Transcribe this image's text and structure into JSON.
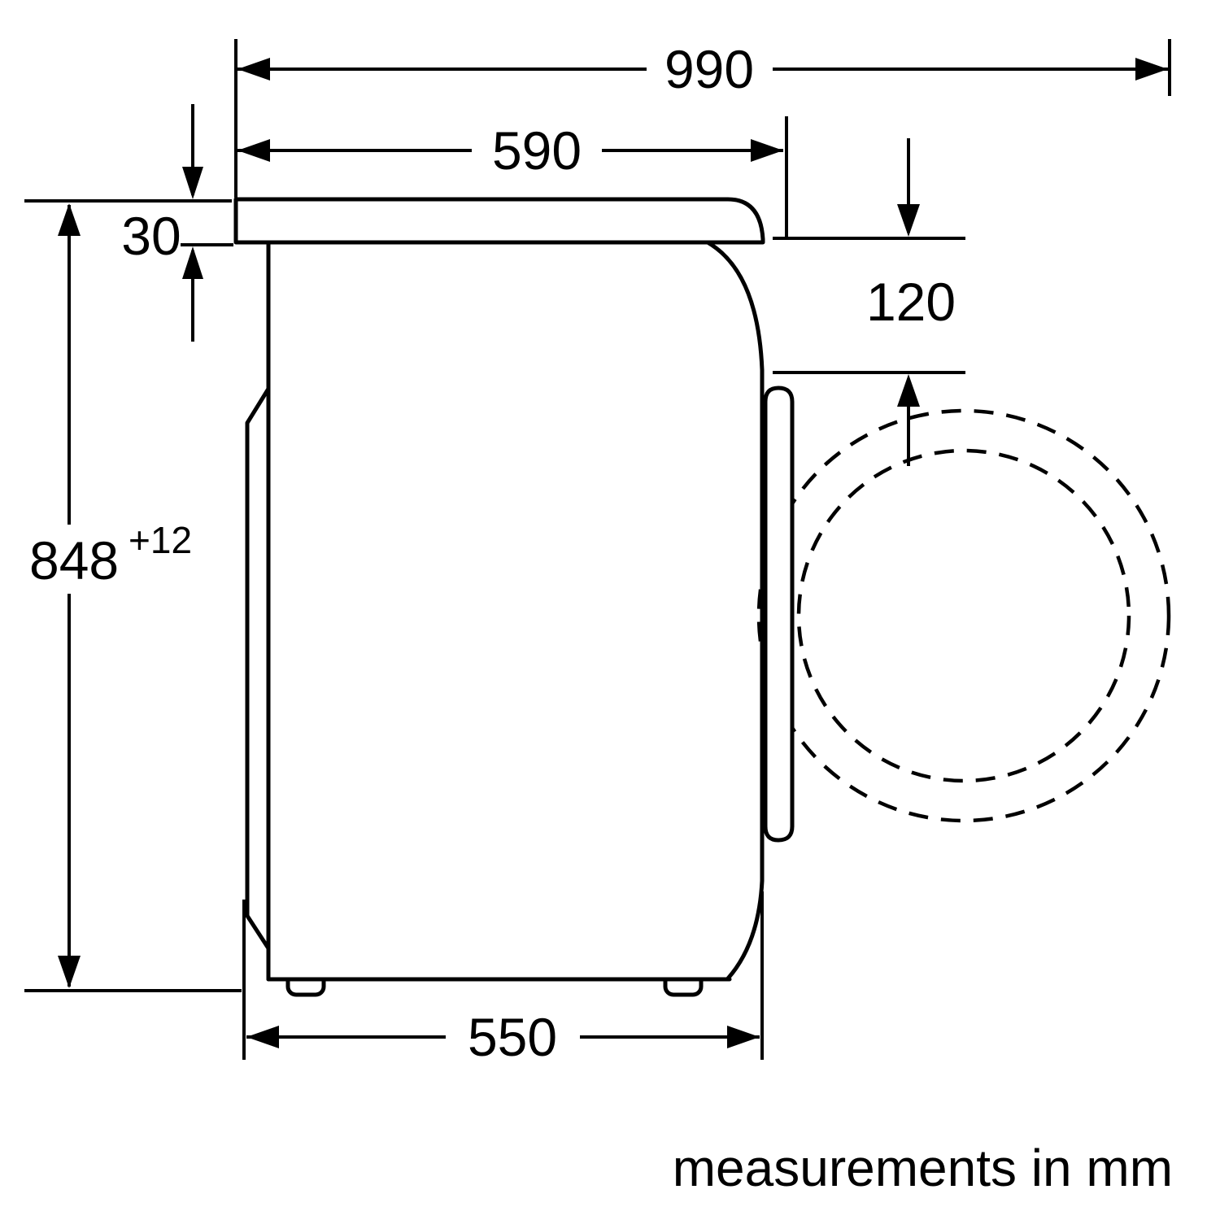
{
  "background": "#ffffff",
  "line_color": "#000000",
  "dimensions": {
    "overall_depth": "990",
    "worktop_depth": "590",
    "worktop_thickness": "30",
    "height": "848",
    "height_tolerance": "+12",
    "front_offset": "120",
    "base_depth": "550"
  },
  "footer": {
    "unit_note": "measurements in mm"
  }
}
